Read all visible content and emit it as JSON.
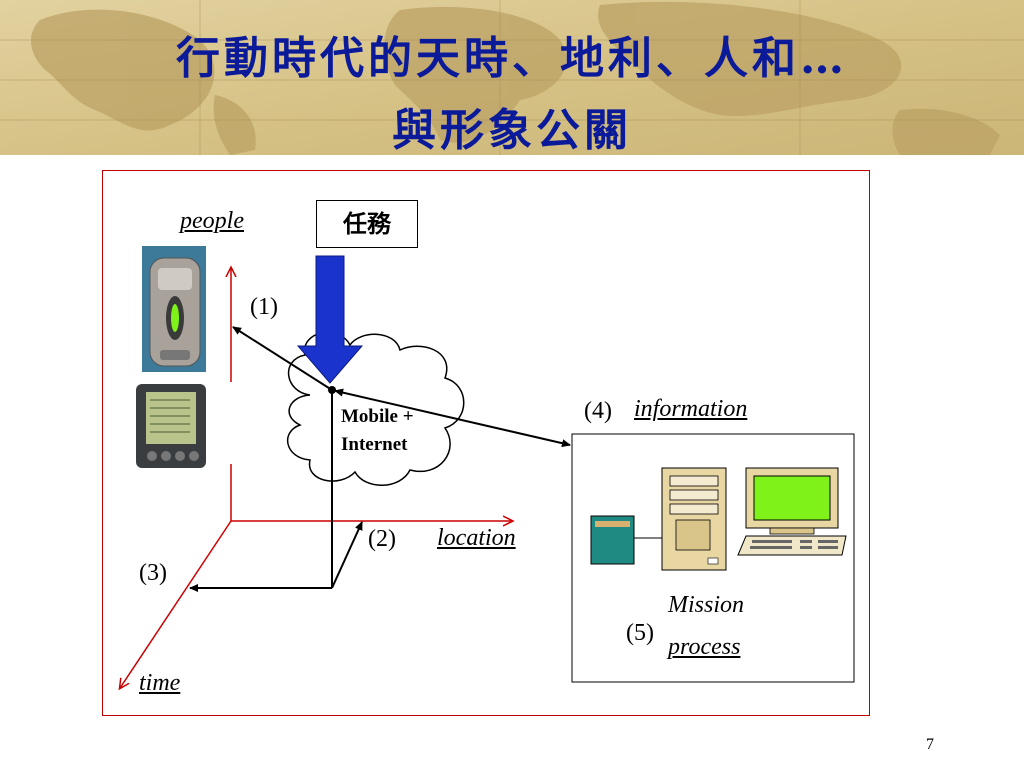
{
  "title": {
    "line1": "行動時代的天時、地利、人和…",
    "line2": "與形象公關"
  },
  "diagram": {
    "task_label": "任務",
    "axes": {
      "people": "people",
      "location": "location",
      "time": "time",
      "information": "information"
    },
    "markers": {
      "m1": "(1)",
      "m2": "(2)",
      "m3": "(3)",
      "m4": "(4)",
      "m5": "(5)"
    },
    "cloud": {
      "line1": "Mobile +",
      "line2": "Internet"
    },
    "mission": {
      "line1": "Mission",
      "line2": "process"
    }
  },
  "page_number": "7",
  "colors": {
    "title": "#0b1a99",
    "axis_red": "#cc0000",
    "task_arrow": "#1a33cc",
    "banner": "#d8c690",
    "screen_green": "#7ff21a"
  },
  "icons": [
    "world-map-background",
    "flip-phone-icon",
    "pda-icon",
    "cloud-icon",
    "server-tower-icon",
    "monitor-icon",
    "keyboard-icon",
    "document-icon"
  ]
}
